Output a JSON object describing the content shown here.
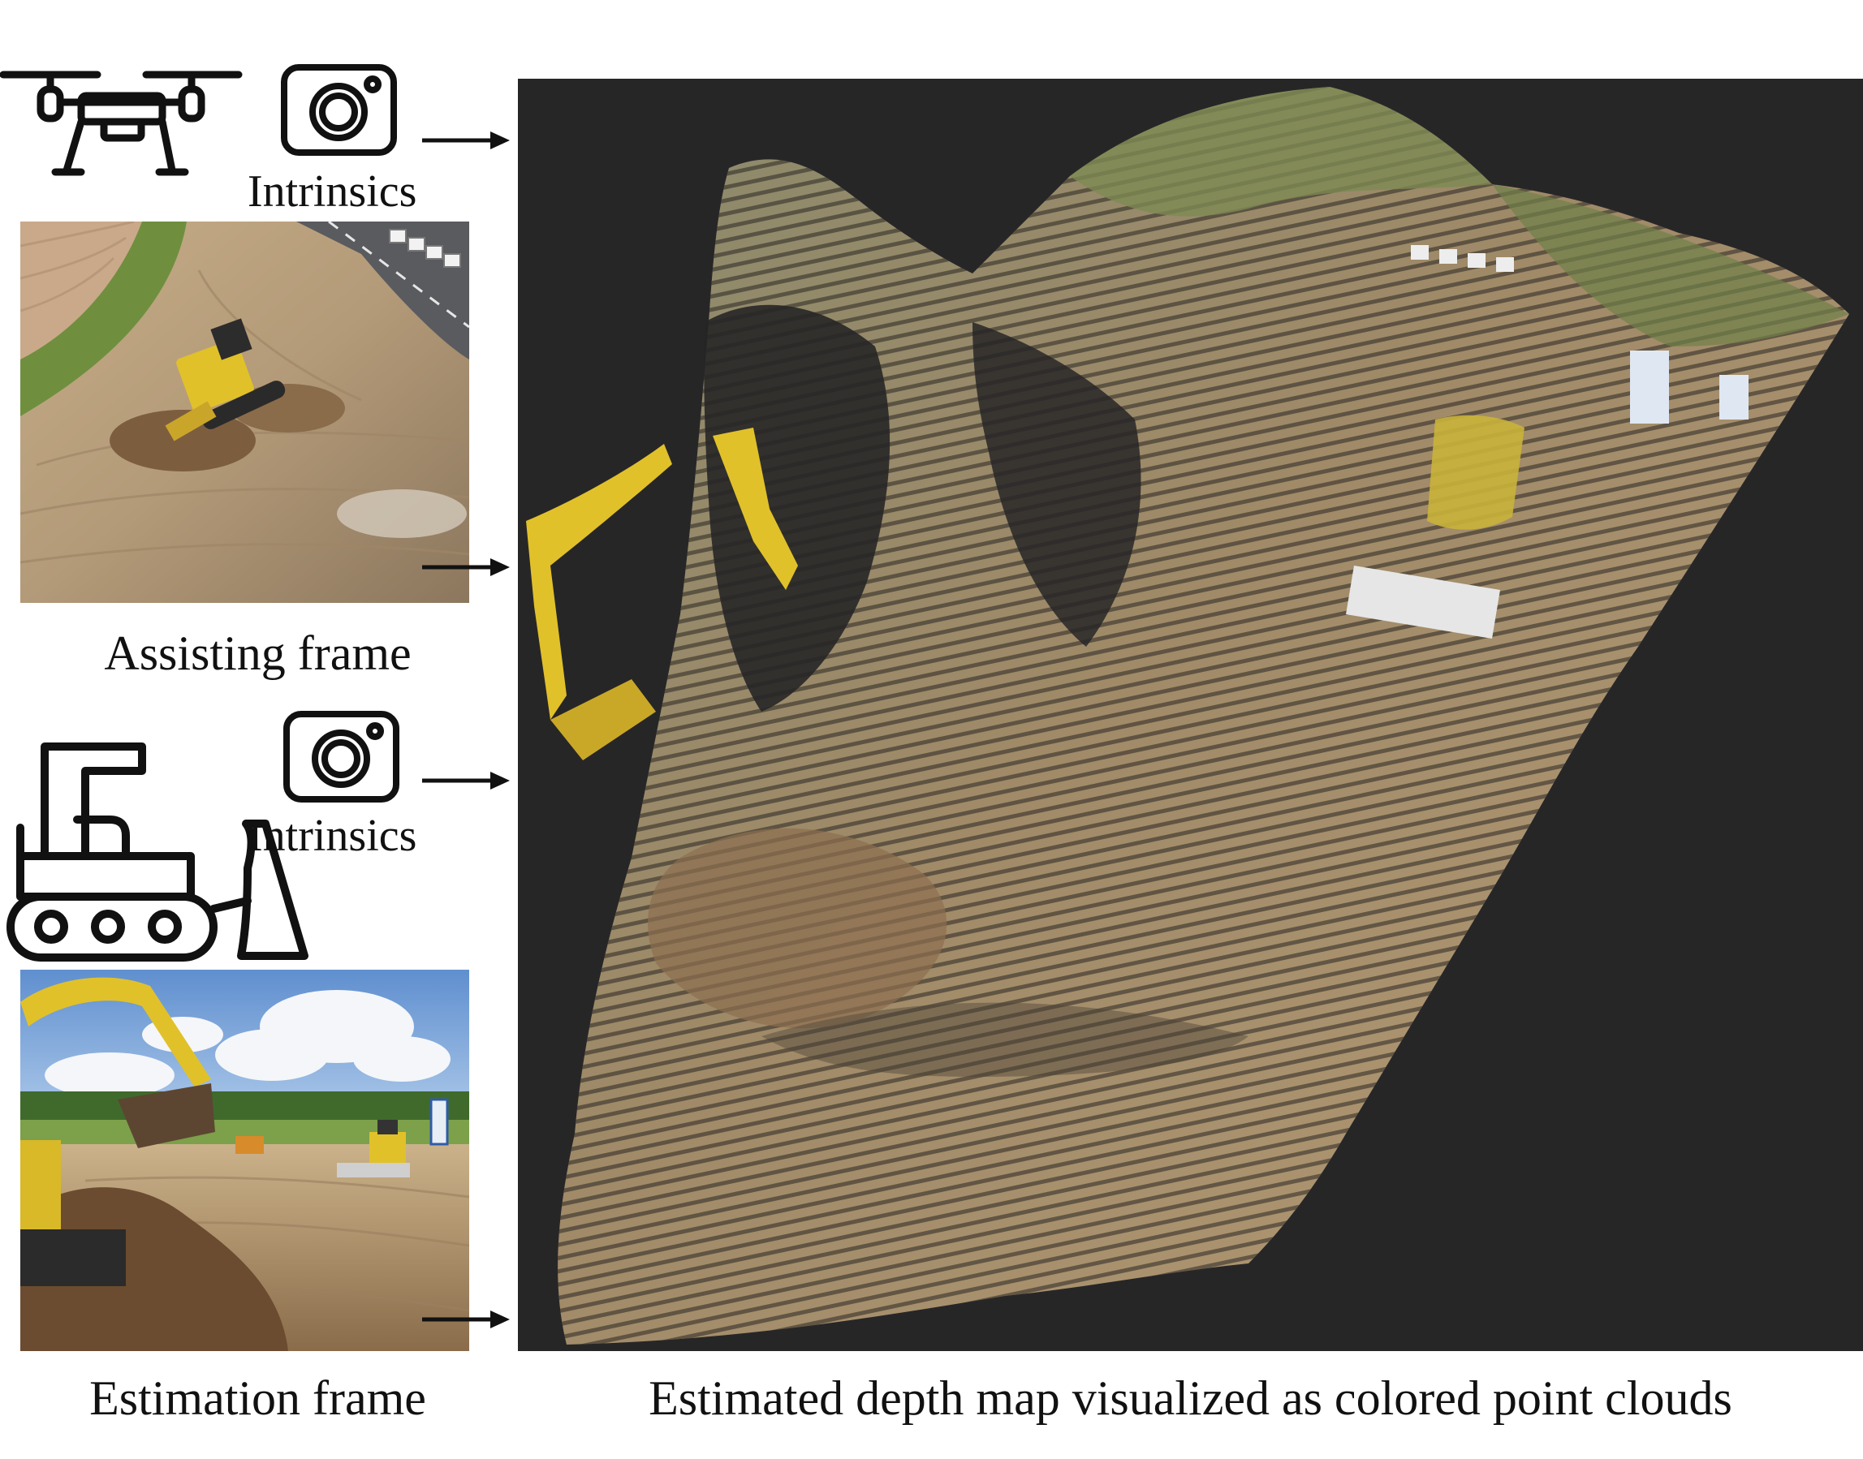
{
  "figure": {
    "assisting": {
      "intrinsics_label": "Intrinsics",
      "caption": "Assisting frame",
      "platform_icon": "drone-icon",
      "camera_icon": "camera-icon"
    },
    "estimation": {
      "intrinsics_label": "Intrinsics",
      "caption": "Estimation frame",
      "platform_icon": "bulldozer-icon",
      "camera_icon": "camera-icon"
    },
    "output": {
      "caption": "Estimated depth map visualized as colored point clouds",
      "background_color": "#272627"
    },
    "colors": {
      "ink": "#111111",
      "machine_yellow": "#e1c12a",
      "soil": "#a88b62",
      "grass": "#6f8f3e",
      "sky": "#6f9fd6"
    }
  }
}
